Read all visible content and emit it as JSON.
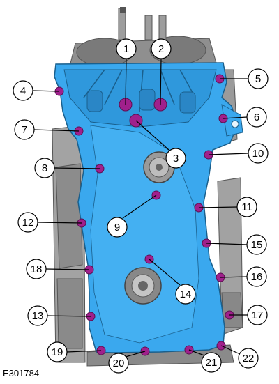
{
  "figure": {
    "id": "E301784",
    "colors": {
      "engine_block": "#9a9a9a",
      "engine_block_dark": "#6e6e6e",
      "timing_cover": "#3aa8ee",
      "timing_cover_shade": "#1f86cc",
      "bolt": "#a0208c",
      "callout_stroke": "#000000"
    },
    "callouts": [
      {
        "label": "1"
      },
      {
        "label": "2"
      },
      {
        "label": "3"
      },
      {
        "label": "4"
      },
      {
        "label": "5"
      },
      {
        "label": "6"
      },
      {
        "label": "7"
      },
      {
        "label": "8"
      },
      {
        "label": "9"
      },
      {
        "label": "10"
      },
      {
        "label": "11"
      },
      {
        "label": "12"
      },
      {
        "label": "13"
      },
      {
        "label": "14"
      },
      {
        "label": "15"
      },
      {
        "label": "16"
      },
      {
        "label": "17"
      },
      {
        "label": "18"
      },
      {
        "label": "19"
      },
      {
        "label": "20"
      },
      {
        "label": "21"
      },
      {
        "label": "22"
      }
    ]
  }
}
